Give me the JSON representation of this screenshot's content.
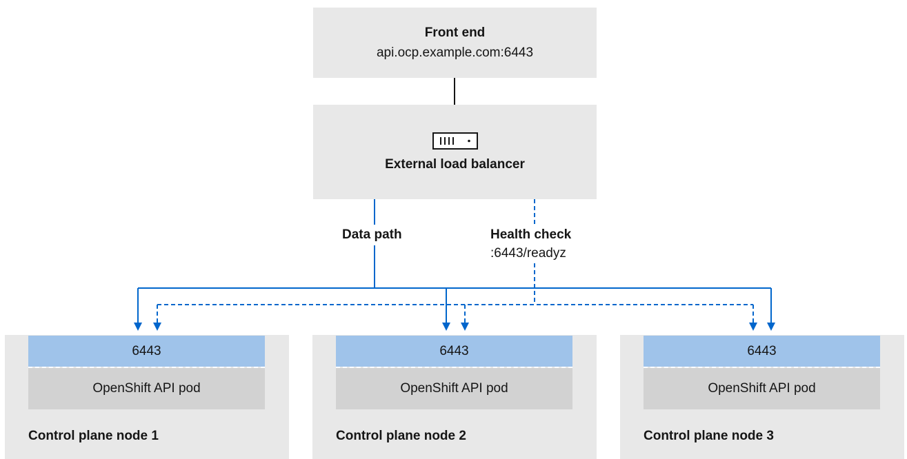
{
  "frontend": {
    "title": "Front end",
    "address": "api.ocp.example.com:6443"
  },
  "load_balancer": {
    "icon": "server-icon",
    "title": "External load balancer"
  },
  "connections": {
    "data_path_label": "Data path",
    "health_check_label": "Health check",
    "health_check_endpoint": ":6443/readyz"
  },
  "nodes": [
    {
      "port": "6443",
      "pod": "OpenShift API pod",
      "title": "Control plane node 1"
    },
    {
      "port": "6443",
      "pod": "OpenShift API pod",
      "title": "Control plane node 2"
    },
    {
      "port": "6443",
      "pod": "OpenShift API pod",
      "title": "Control plane node 3"
    }
  ],
  "colors": {
    "box_gray": "#e8e8e8",
    "pod_gray": "#d2d2d2",
    "port_blue": "#9fc3ea",
    "line_blue": "#0066cc",
    "line_black": "#151515"
  }
}
